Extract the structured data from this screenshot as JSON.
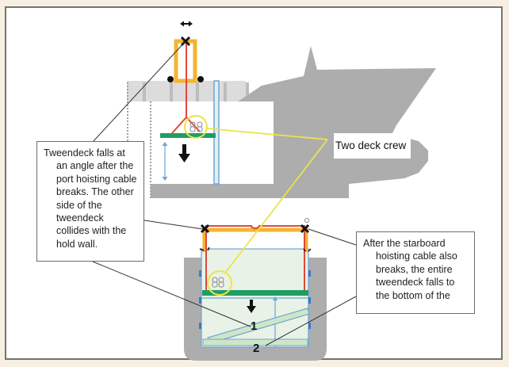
{
  "figure": {
    "crew_label": "Two deck crew",
    "callouts": {
      "port_cable": {
        "first_line": "Tweendeck falls at",
        "lines": [
          "an angle after the",
          "port hoisting cable",
          "breaks. The other",
          "side of the",
          "tweendeck",
          "collides with the",
          "hold wall."
        ]
      },
      "starboard_cable": {
        "first_line": "After the starboard",
        "lines": [
          "hoisting cable also",
          "breaks, the entire",
          "tweendeck falls to",
          "the bottom of the"
        ]
      }
    },
    "position_labels": {
      "one": "1",
      "two": "2"
    },
    "icons": {
      "move_horizontal": "double-arrow-horizontal",
      "cable_break": "x-mark",
      "fall_direction": "arrow-down",
      "crew": "person-figures"
    },
    "colors": {
      "background": "#f6efe2",
      "panel_border": "#77736d",
      "hull": "#adadad",
      "hoist_frame": "#f2b431",
      "cable": "#e0483c",
      "tweendeck": "#1f9e63",
      "crew_highlight": "#ece34a",
      "hold_outline": "#6ea5d6",
      "hold_fill": "#e8f2e6",
      "fallen_deck": "#cfe6c6"
    }
  }
}
